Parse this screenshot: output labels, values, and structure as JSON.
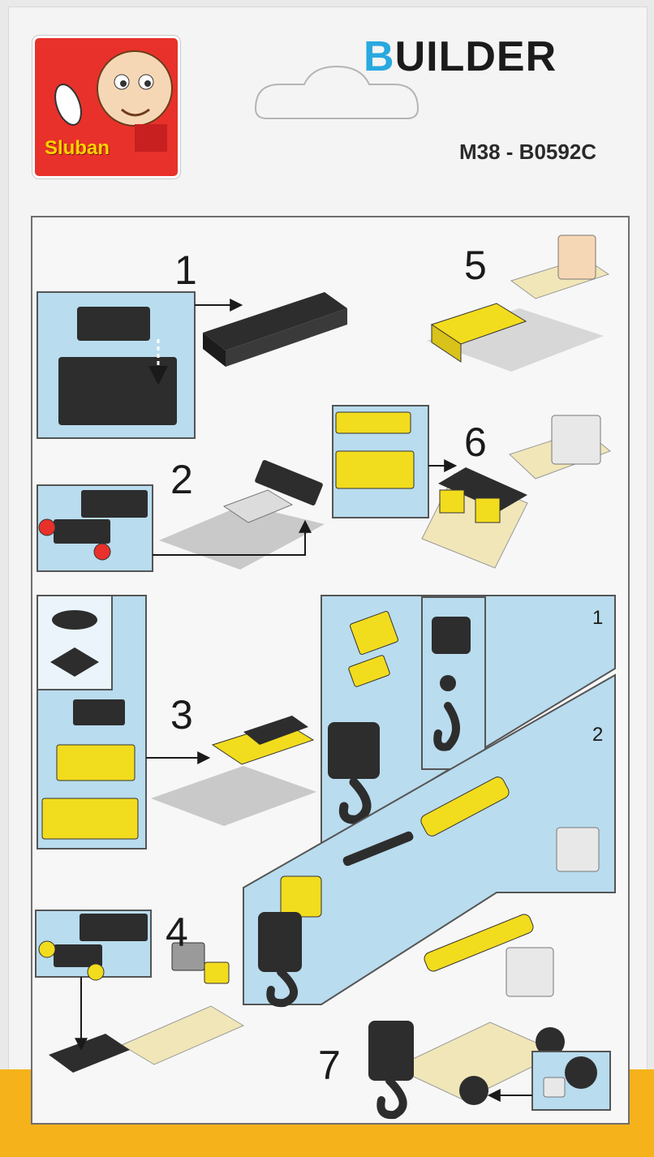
{
  "brand": {
    "logo_text": "Sluban",
    "title_first_letter": "B",
    "title_rest": "UILDER",
    "model_number": "M38 - B0592C"
  },
  "steps": {
    "s1": "1",
    "s2": "2",
    "s3": "3",
    "s4": "4",
    "s5": "5",
    "s6": "6",
    "s7": "7",
    "sub1": "1",
    "sub2": "2"
  },
  "colors": {
    "logo_red": "#e8312a",
    "brand_blue": "#29a8e0",
    "highlight_blue": "#b9dcee",
    "brick_yellow": "#f2dc1e",
    "brick_black": "#2d2d2d",
    "brick_gray": "#c9c9c9",
    "band_orange": "#f5b21a"
  },
  "icons": [
    "mascot-icon",
    "brick-icon",
    "wheel-icon",
    "hook-icon",
    "crane-arm-icon",
    "arrow-icon"
  ]
}
